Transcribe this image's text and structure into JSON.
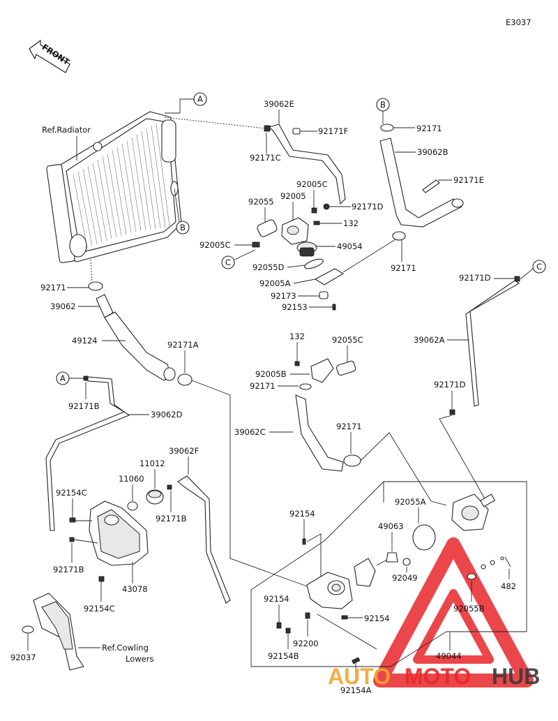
{
  "code": "E3037",
  "front_label": "FRONT",
  "ref_radiator": "Ref.Radiator",
  "ref_cowling_1": "Ref.Cowling",
  "ref_cowling_2": "Lowers",
  "watermark": {
    "auto": "AUTO",
    "moto": "MOTO",
    "hub": "HUB"
  },
  "circles": {
    "a": "A",
    "b": "B",
    "c": "C"
  },
  "parts": {
    "p39062E": "39062E",
    "p92171F": "92171F",
    "p92171C": "92171C",
    "p92005C_top": "92005C",
    "p92005": "92005",
    "p92055": "92055",
    "p92171D_top": "92171D",
    "p132_top": "132",
    "p92005C_left": "92005C",
    "p49054": "49054",
    "p92055D": "92055D",
    "p92005A": "92005A",
    "p92173": "92173",
    "p92153": "92153",
    "p92171_b": "92171",
    "p39062B": "39062B",
    "p92171E": "92171E",
    "p92171_mid": "92171",
    "p92171_left": "92171",
    "p39062": "39062",
    "p49124": "49124",
    "p92171A": "92171A",
    "p92171D_right": "92171D",
    "p39062A": "39062A",
    "p132_mid": "132",
    "p92055C": "92055C",
    "p92005B": "92005B",
    "p92171_mid2": "92171",
    "p92171D_mid": "92171D",
    "p39062C": "39062C",
    "p92171_lower": "92171",
    "p92171B_top": "92171B",
    "p39062D": "39062D",
    "p39062F": "39062F",
    "p11012": "11012",
    "p11060": "11060",
    "p92154C_top": "92154C",
    "p92171B_mid": "92171B",
    "p92171B_low": "92171B",
    "p43078": "43078",
    "p92154C_low": "92154C",
    "p92037": "92037",
    "p92154_top": "92154",
    "p92055A": "92055A",
    "p49063": "49063",
    "p92049": "92049",
    "p482": "482",
    "p92055B": "92055B",
    "p92154_left": "92154",
    "p92154_right": "92154",
    "p92200": "92200",
    "p92154B": "92154B",
    "p49044": "49044",
    "p92154A": "92154A"
  },
  "colors": {
    "watermark_red": "#e8262b",
    "watermark_orange": "#f2a530",
    "watermark_dark": "#3a3a3a"
  }
}
